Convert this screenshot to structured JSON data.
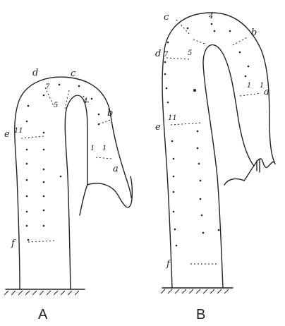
{
  "figures": [
    {
      "caption": "A",
      "point_labels": {
        "a": "a",
        "b": "b",
        "c": "c",
        "d": "d",
        "e": "e",
        "f": "f"
      },
      "mark_numbers": {
        "n1a": "1",
        "n1b": "1",
        "n4": "4",
        "n5": "5",
        "n7": "7",
        "n11": "11"
      }
    },
    {
      "caption": "B",
      "point_labels": {
        "a": "a",
        "b": "b",
        "c": "c",
        "d": "d",
        "e": "e",
        "f": "f"
      },
      "mark_numbers": {
        "n1a": "1",
        "n1b": "1",
        "n4": "4",
        "n5": "5",
        "n7": "7",
        "n11": "11"
      }
    }
  ]
}
